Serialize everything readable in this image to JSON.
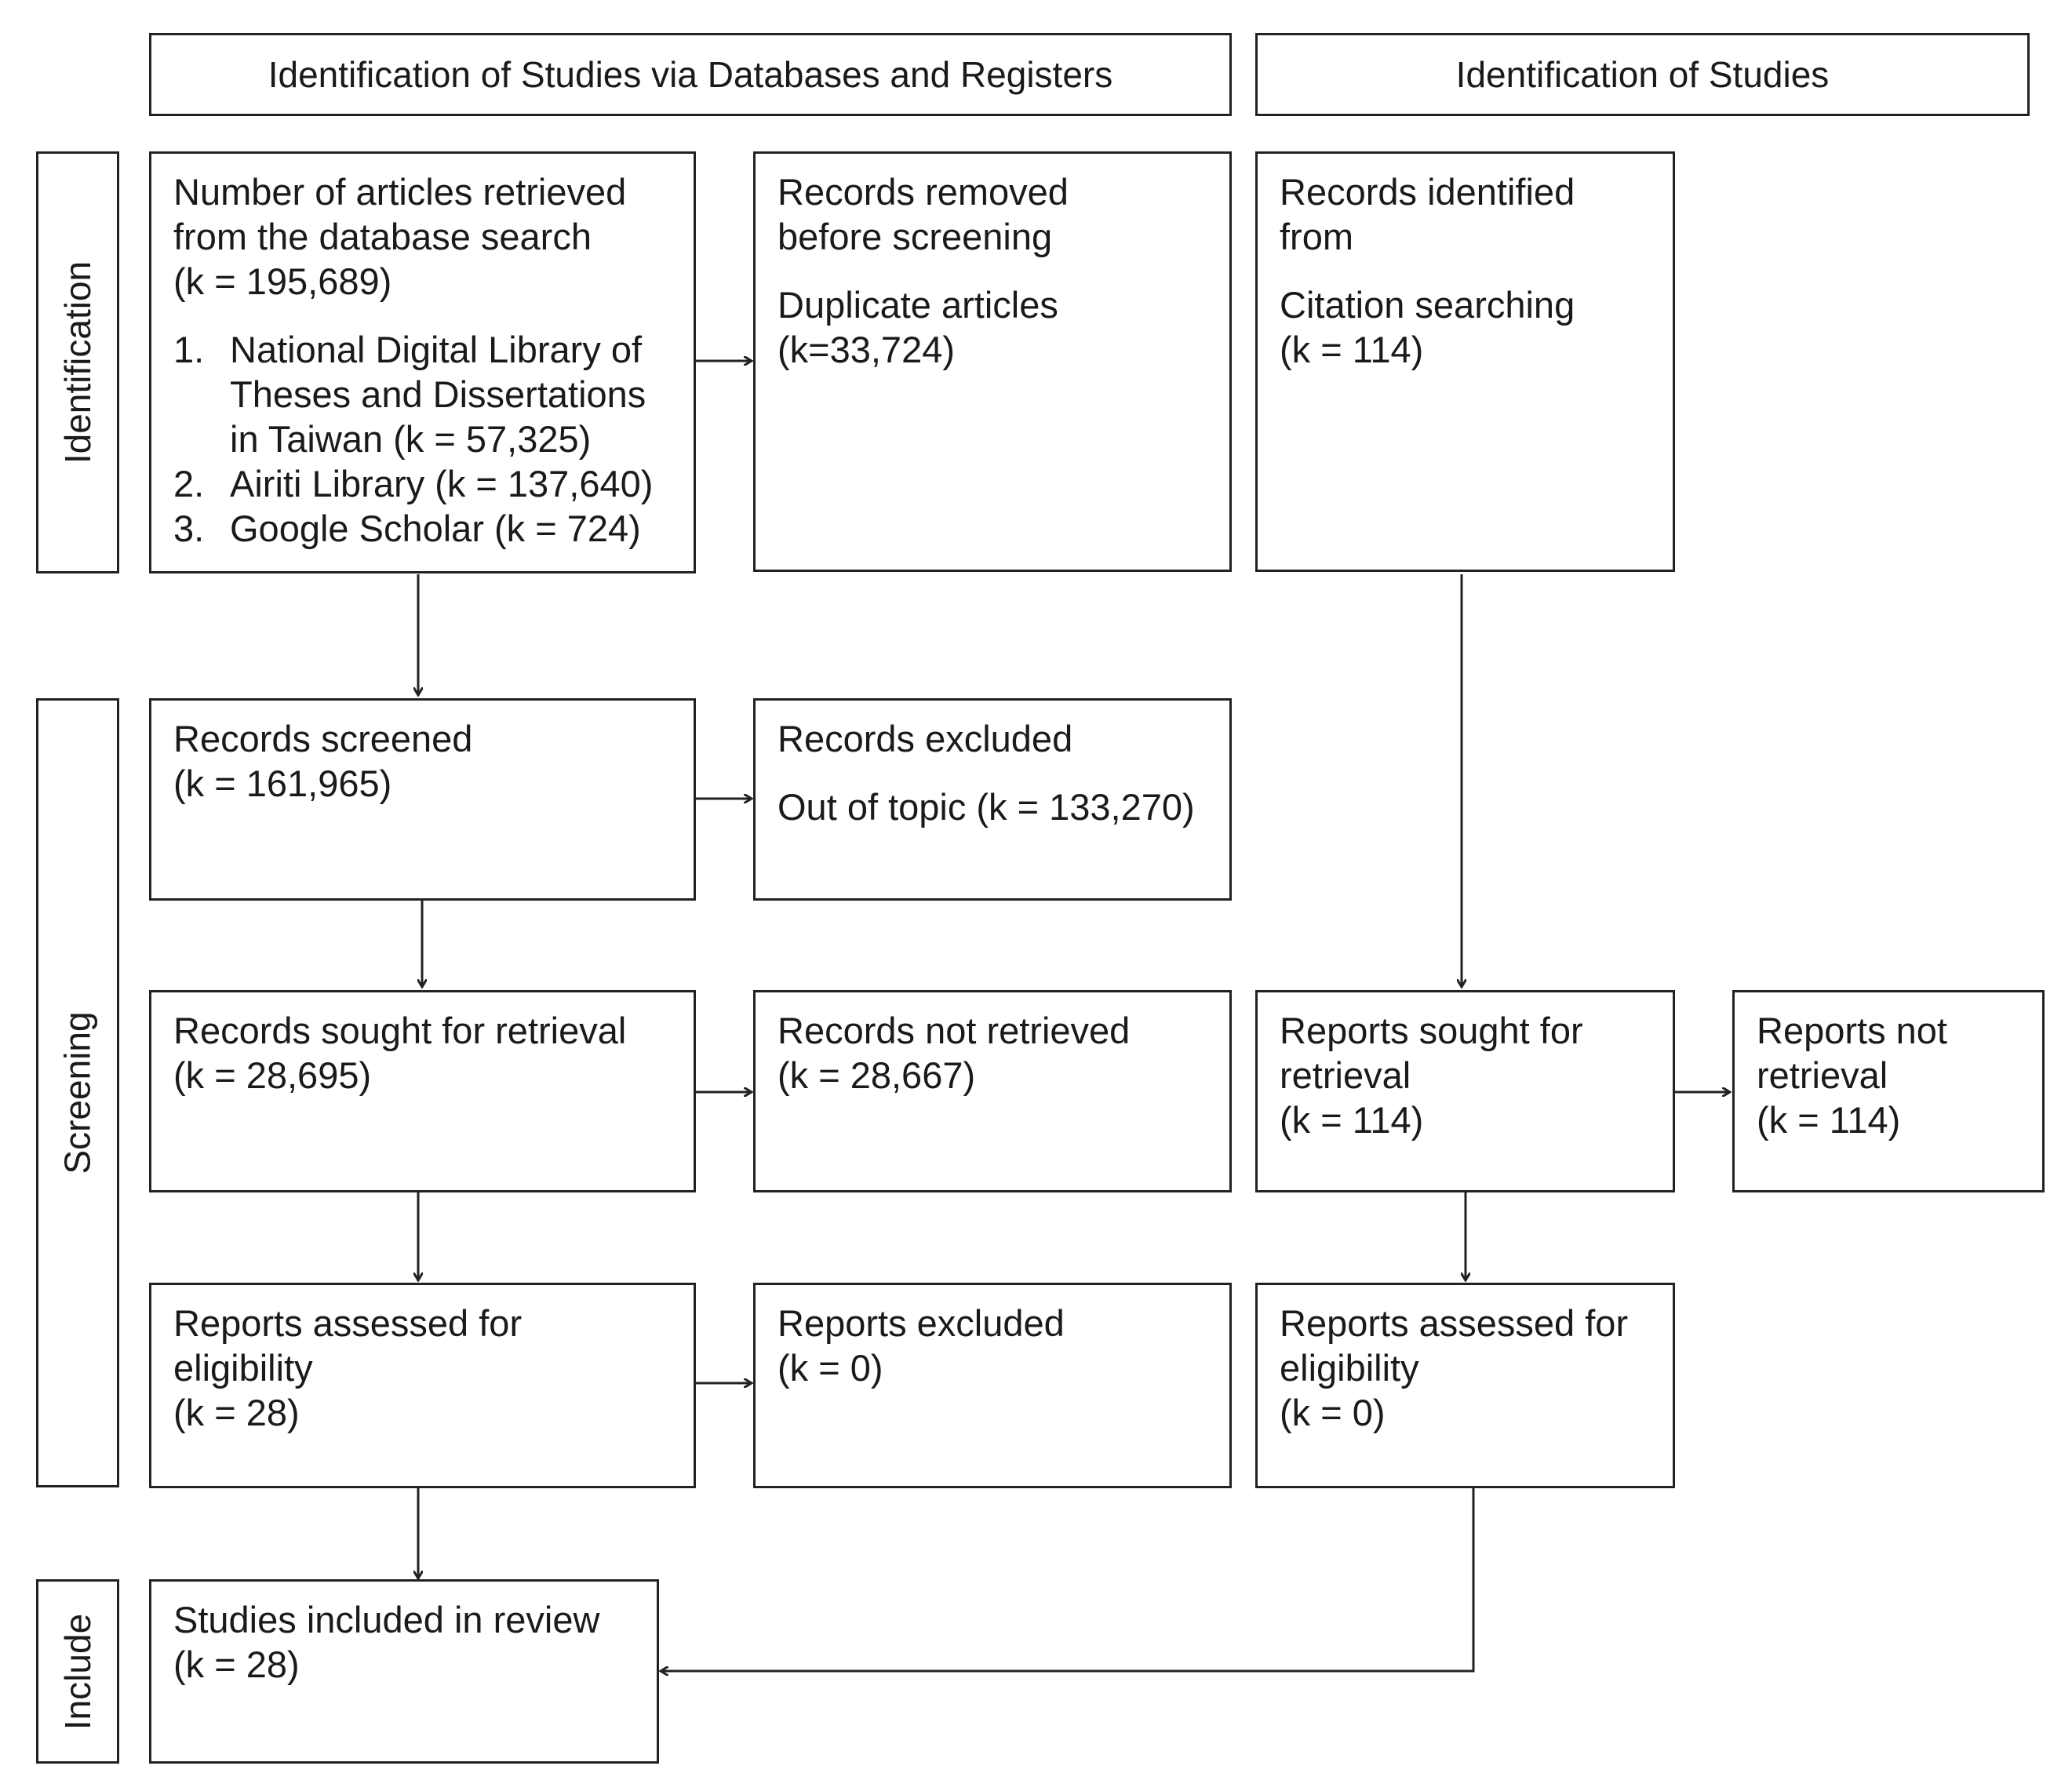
{
  "headers": {
    "databases": "Identification of Studies via Databases and Registers",
    "other": "Identification of Studies"
  },
  "stages": {
    "identification": "Identification",
    "screening": "Screening",
    "include": "Include"
  },
  "boxes": {
    "retrieved": {
      "lines": [
        "Number of articles retrieved",
        "from the database search",
        "(k = 195,689)"
      ],
      "sources": [
        {
          "num": "1.",
          "lines": [
            "National Digital Library of",
            "Theses and Dissertations",
            "in Taiwan (k = 57,325)"
          ]
        },
        {
          "num": "2.",
          "lines": [
            "Airiti Library (k = 137,640)"
          ]
        },
        {
          "num": "3.",
          "lines": [
            "Google Scholar (k = 724)"
          ]
        }
      ]
    },
    "removed": {
      "heading": [
        "Records removed",
        "before screening"
      ],
      "detail": [
        "Duplicate articles",
        "(k=33,724)"
      ]
    },
    "identified_other": {
      "heading": [
        "Records identified",
        "from"
      ],
      "detail": [
        "Citation searching",
        "(k = 114)"
      ]
    },
    "screened": {
      "lines": [
        "Records screened",
        "(k = 161,965)"
      ]
    },
    "excluded": {
      "heading": [
        "Records excluded"
      ],
      "detail": [
        "Out of topic (k = 133,270)"
      ]
    },
    "sought": {
      "lines": [
        "Records sought for retrieval",
        "(k = 28,695)"
      ]
    },
    "not_retrieved": {
      "lines": [
        "Records not retrieved",
        "(k = 28,667)"
      ]
    },
    "reports_sought": {
      "lines": [
        "Reports sought for",
        "retrieval",
        "(k = 114)"
      ]
    },
    "reports_not_retrieval": {
      "lines": [
        "Reports not",
        "retrieval",
        "(k = 114)"
      ]
    },
    "assessed": {
      "lines": [
        "Reports assessed for",
        "eligibility",
        "(k = 28)"
      ]
    },
    "reports_excluded": {
      "lines": [
        "Reports excluded",
        "(k = 0)"
      ]
    },
    "assessed_other": {
      "lines": [
        "Reports assessed for",
        "eligibility",
        "(k = 0)"
      ]
    },
    "included": {
      "lines": [
        "Studies included in review",
        "(k = 28)"
      ]
    }
  }
}
